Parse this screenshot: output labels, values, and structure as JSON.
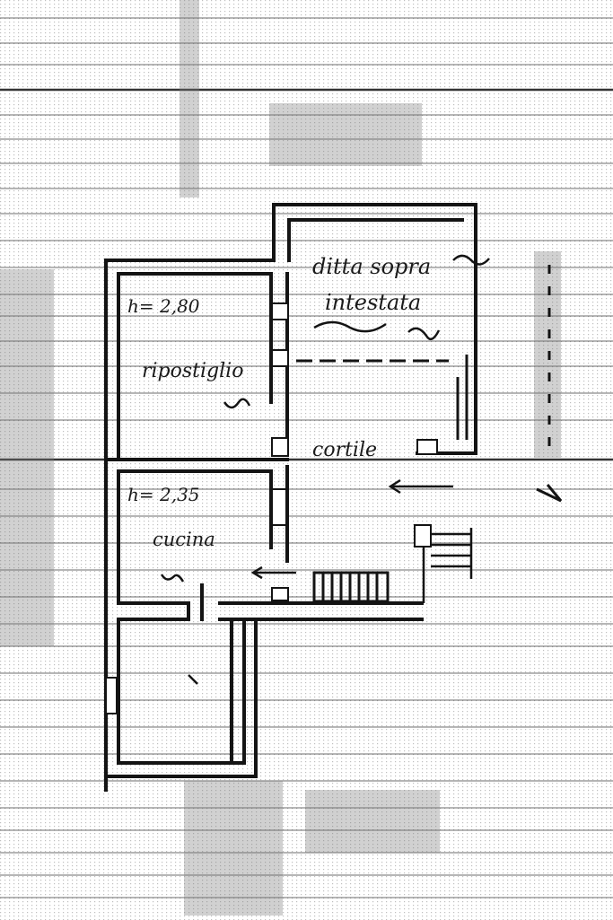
{
  "plan": {
    "rooms": [
      {
        "id": "ripostiglio",
        "height_label": "h= 2,80",
        "name": "ripostiglio"
      },
      {
        "id": "cucina",
        "height_label": "h= 2,35",
        "name": "cucina"
      }
    ],
    "neighbor": {
      "line1": "ditta sopra",
      "line2": "intestata"
    },
    "courtyard": {
      "label": "cortile"
    },
    "colors": {
      "paper": "#ffffff",
      "grid": "#9a9a9a",
      "rule": "#2b2b2b",
      "wall": "#141414",
      "smudge": "#7a7a7a"
    }
  }
}
